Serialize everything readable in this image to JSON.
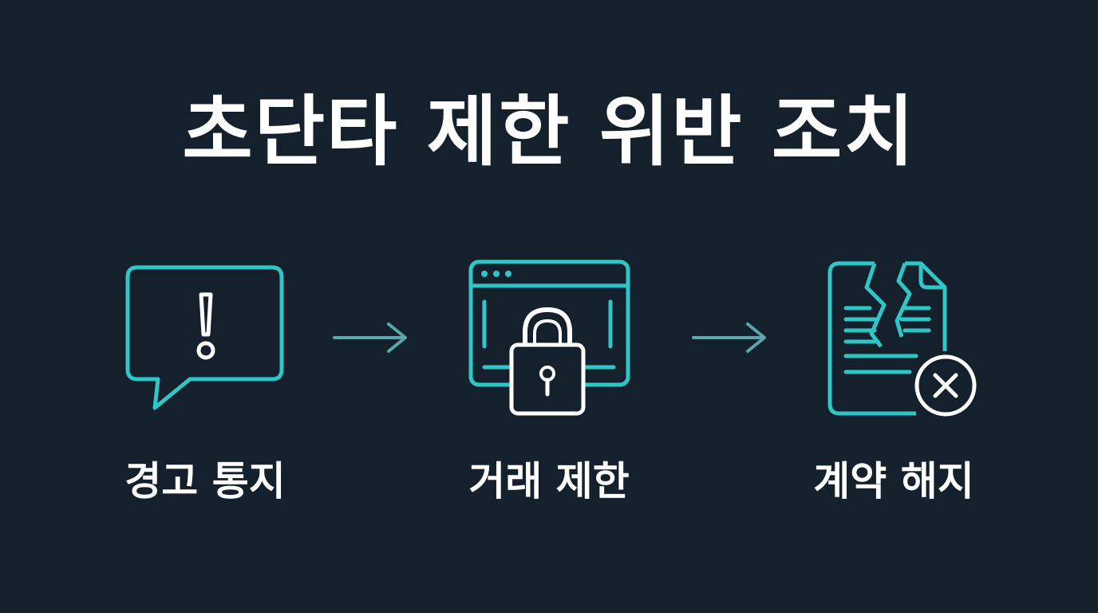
{
  "title": "초단타 제한 위반 조치",
  "colors": {
    "background": "#14202b",
    "accent": "#2fc6c8",
    "arrow": "#5aa7aa",
    "text": "#ffffff"
  },
  "steps": [
    {
      "label": "경고 통지",
      "icon": "speech-bubble-warning-icon"
    },
    {
      "label": "거래 제한",
      "icon": "browser-lock-icon"
    },
    {
      "label": "계약 해지",
      "icon": "torn-document-cancel-icon"
    }
  ],
  "connectors": [
    "arrow-right-icon",
    "arrow-right-icon"
  ]
}
